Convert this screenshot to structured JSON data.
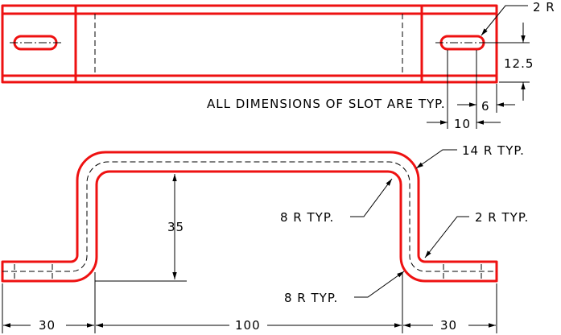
{
  "colors": {
    "object_line": "#ee1111",
    "dimension_line": "#000000",
    "background": "#ffffff"
  },
  "top_view": {
    "slot_note": "ALL DIMENSIONS OF SLOT ARE TYP.",
    "dim_slot_radius": "2 R",
    "dim_slot_height": "12.5",
    "dim_slot_width": "6",
    "dim_slot_length": "10"
  },
  "front_view": {
    "dim_height": "35",
    "dim_left_flange": "30",
    "dim_middle": "100",
    "dim_right_flange": "30",
    "note_outer_bend": "14 R TYP.",
    "note_inner_top": "8 R TYP.",
    "note_inner_bottom": "8 R TYP.",
    "note_small_bend": "2 R TYP."
  }
}
